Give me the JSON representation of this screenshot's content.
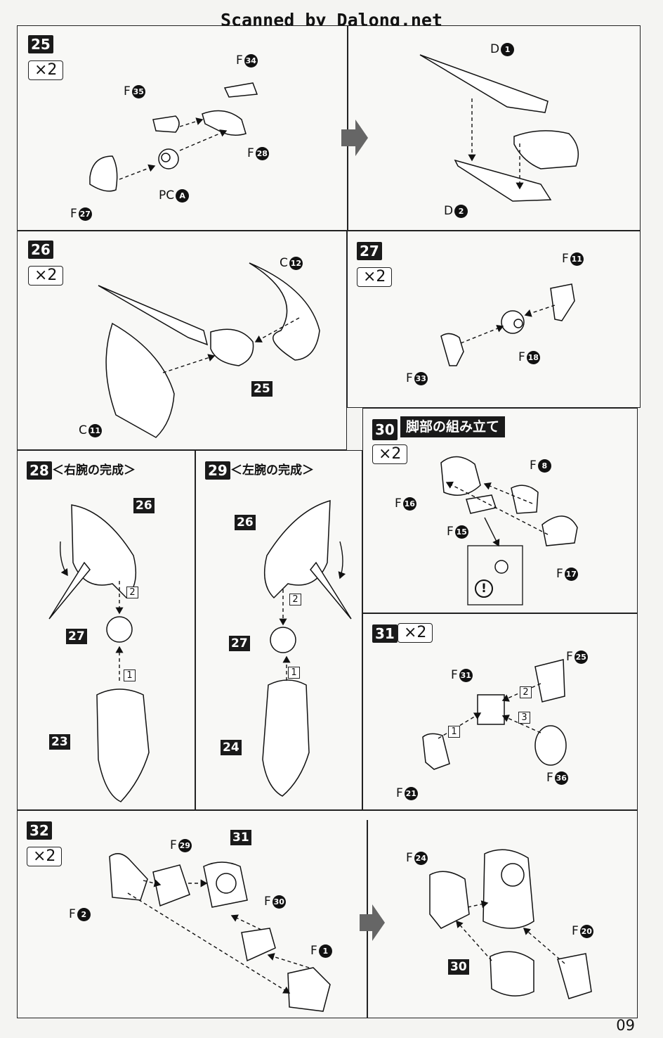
{
  "watermark": "Scanned by Dalong.net",
  "page_number": "09",
  "steps": {
    "s25": {
      "num": "25",
      "qty": "×2",
      "labels": {
        "f34": "34",
        "f35": "35",
        "f28": "28",
        "pca": "A",
        "f27": "27",
        "d1": "1",
        "d2": "2"
      },
      "prefix": {
        "f": "F",
        "pc": "PC",
        "d": "D"
      }
    },
    "s26": {
      "num": "26",
      "qty": "×2",
      "labels": {
        "c12": "12",
        "c11": "11"
      },
      "ref": "25",
      "prefix": "C"
    },
    "s27": {
      "num": "27",
      "qty": "×2",
      "labels": {
        "f11": "11",
        "f18": "18",
        "f33": "33"
      },
      "prefix": "F"
    },
    "s28": {
      "num": "28",
      "title": "＜右腕の完成＞",
      "refs": {
        "a": "26",
        "b": "27",
        "c": "23"
      },
      "order": {
        "o1": "1",
        "o2": "2"
      }
    },
    "s29": {
      "num": "29",
      "title": "＜左腕の完成＞",
      "refs": {
        "a": "26",
        "b": "27",
        "c": "24"
      },
      "order": {
        "o1": "1",
        "o2": "2"
      }
    },
    "s30": {
      "num": "30",
      "title": "脚部の組み立て",
      "qty": "×2",
      "labels": {
        "f8": "8",
        "f16": "16",
        "f15": "15",
        "f17": "17"
      },
      "prefix": "F",
      "warning": "!"
    },
    "s31": {
      "num": "31",
      "qty": "×2",
      "labels": {
        "f31": "31",
        "f25": "25",
        "f36": "36",
        "f21": "21"
      },
      "prefix": "F",
      "order": {
        "o1": "1",
        "o2": "2",
        "o3": "3"
      }
    },
    "s32": {
      "num": "32",
      "qty": "×2",
      "labels": {
        "f29": "29",
        "f2": "2",
        "f30": "30",
        "f1": "1",
        "f24": "24",
        "f20": "20"
      },
      "refs": {
        "a": "31",
        "b": "30"
      },
      "prefix": "F"
    }
  }
}
